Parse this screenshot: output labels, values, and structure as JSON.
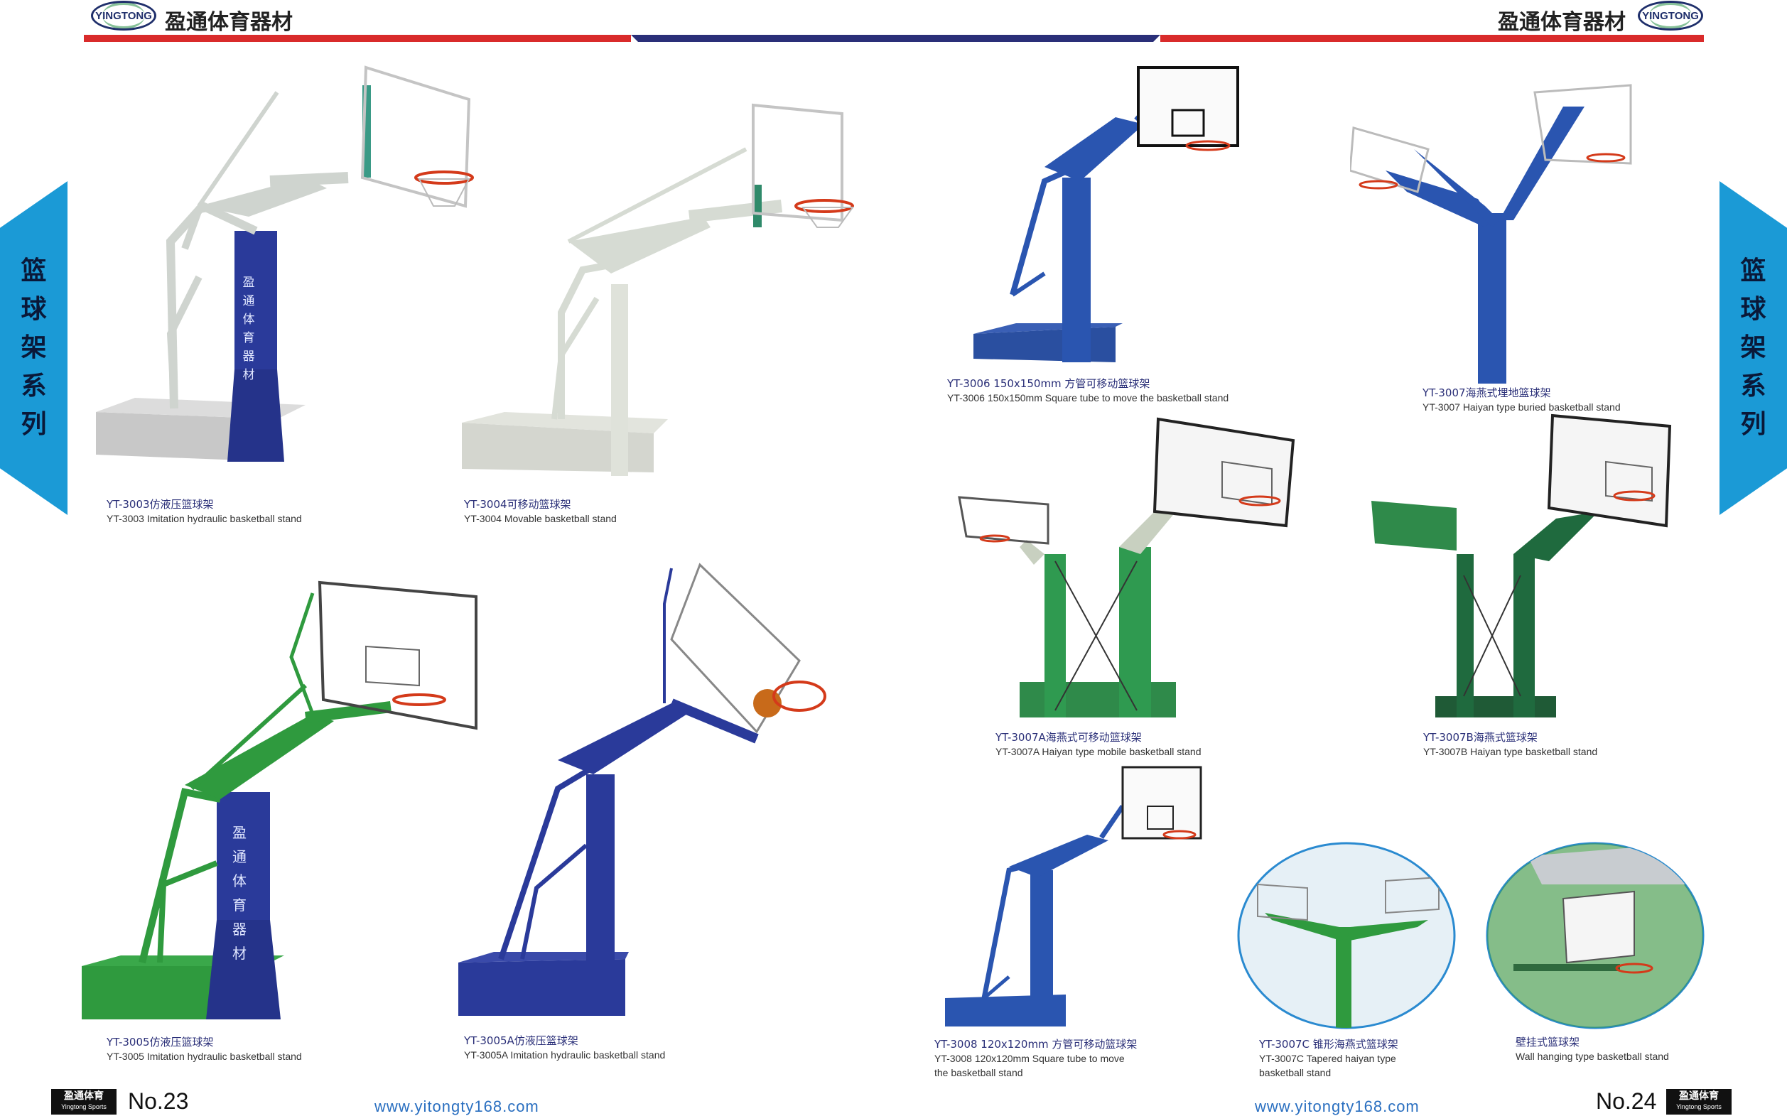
{
  "header": {
    "logo_text": "YINGTONG",
    "brand": "盈通体育器材",
    "colors": {
      "red": "#d92b2b",
      "navy": "#2a2f78"
    }
  },
  "side_tab": {
    "chars": [
      "篮",
      "球",
      "架",
      "系",
      "列"
    ],
    "color": "#1b9ad6"
  },
  "products": [
    {
      "cn": "YT-3003仿液压篮球架",
      "en": "YT-3003 Imitation hydraulic basketball stand"
    },
    {
      "cn": "YT-3004可移动篮球架",
      "en": "YT-3004 Movable basketball stand"
    },
    {
      "cn": "YT-3005仿液压篮球架",
      "en": "YT-3005 Imitation hydraulic basketball stand"
    },
    {
      "cn": "YT-3005A仿液压篮球架",
      "en": "YT-3005A Imitation hydraulic basketball stand"
    },
    {
      "cn": "YT-3006 150x150mm 方管可移动篮球架",
      "en": "YT-3006 150x150mm Square tube to move the basketball stand"
    },
    {
      "cn": "YT-3007海燕式埋地篮球架",
      "en": "YT-3007 Haiyan type buried basketball stand"
    },
    {
      "cn": "YT-3007A海燕式可移动篮球架",
      "en": "YT-3007A Haiyan type mobile basketball stand"
    },
    {
      "cn": "YT-3007B海燕式篮球架",
      "en": "YT-3007B Haiyan type basketball stand"
    },
    {
      "cn": "YT-3008 120x120mm 方管可移动篮球架",
      "en": "YT-3008 120x120mm Square tube to move",
      "en2": "the basketball stand"
    },
    {
      "cn": "YT-3007C 锥形海燕式篮球架",
      "en": "YT-3007C  Tapered haiyan type",
      "en2": "basketball stand"
    },
    {
      "cn": "壁挂式篮球架",
      "en": "Wall hanging type basketball stand"
    }
  ],
  "pole_text": [
    "盈",
    "通",
    "体",
    "育",
    "器",
    "材"
  ],
  "footer": {
    "badge_cn": "盈通体育",
    "badge_en": "Yingtong Sports",
    "left_page": "No.23",
    "right_page": "No.24",
    "url": "www.yitongty168.com"
  }
}
